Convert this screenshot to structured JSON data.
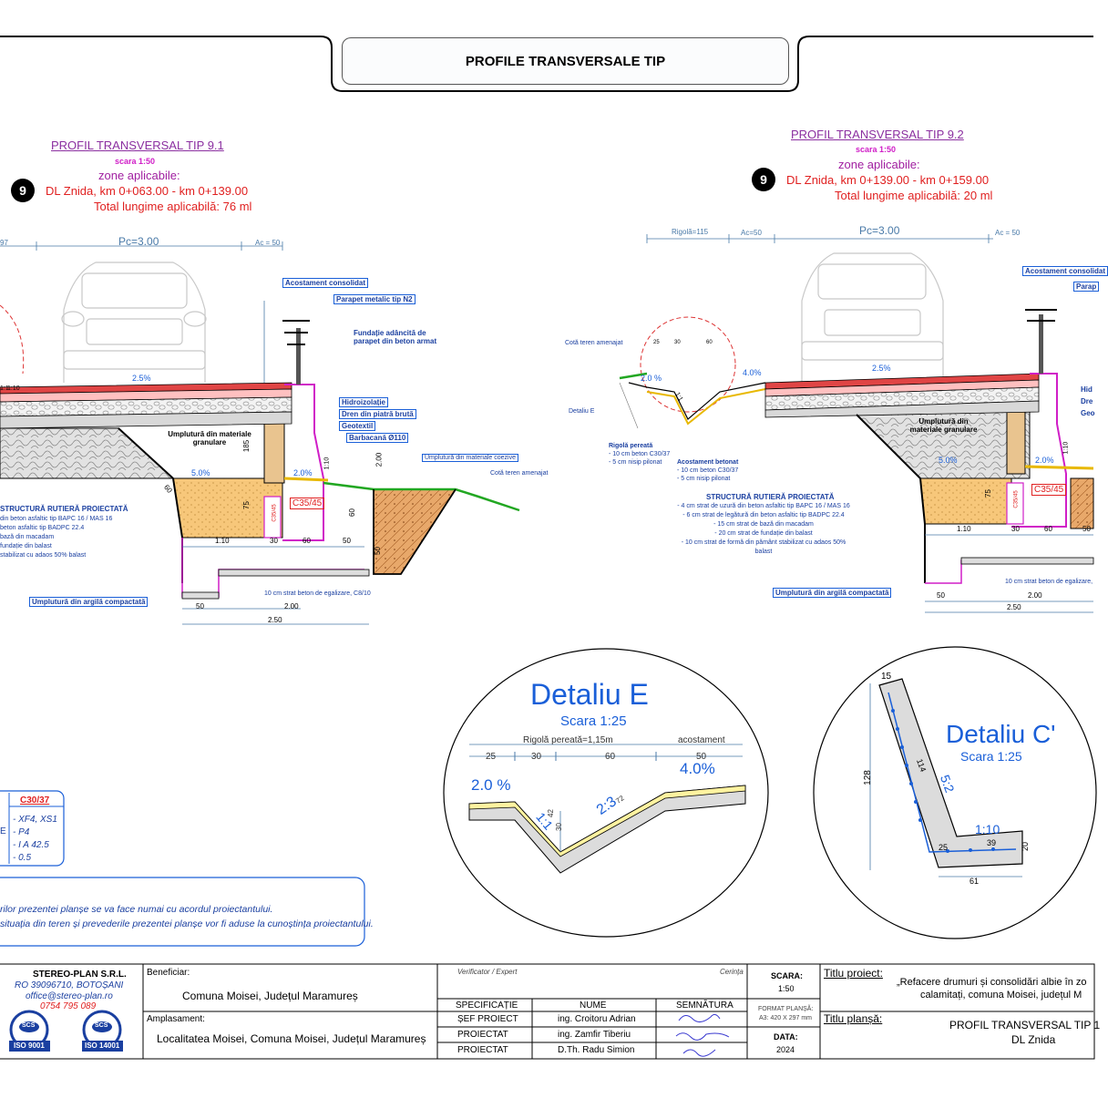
{
  "sheet_title": "PROFILE TRANSVERSALE TIP",
  "profile_91": {
    "title": "PROFIL TRANSVERSAL TIP 9.1",
    "scale": "scara 1:50",
    "badge": "9",
    "zones_label": "zone aplicabile:",
    "zone": "DL Znida, km 0+063.00 - km 0+139.00",
    "length": "Total lungime aplicabilă: 76 ml",
    "dim_pc": "Pc=3.00",
    "dim_ac": "Ac = 50",
    "dim_left": "97",
    "slope_road": "2.5%",
    "slope_shoulder": "2.0%",
    "slope_base": "5.0%",
    "lbl_acostament": "Acostament consolidat",
    "lbl_parapet": "Parapet metalic tip N2",
    "lbl_fundatie": "Fundație adâncită de parapet din beton armat",
    "lbl_hidro": "Hidroizolație",
    "lbl_dren": "Dren din piatră brută",
    "lbl_geotextil": "Geotextil",
    "lbl_barbacana": "Barbacană Ø110",
    "lbl_umplutura_coez": "Umplutură din materiale coezive",
    "lbl_teren": "Cotă teren amenajat",
    "lbl_umplutura_gran": "Umplutură din materiale granulare",
    "lbl_argila": "Umplutură din argilă compactată",
    "lbl_egalizare": "10 cm strat beton de egalizare, C8/10",
    "lbl_c3545": "C35/45",
    "lbl_c3545_small": "C35/45",
    "structura_title": "STRUCTURĂ RUTIERĂ PROIECTATĂ",
    "structura_lines": [
      "din beton asfaltic tip BAPC 16 / MAS 16",
      "beton asfaltic tip BADPC 22.4",
      "bază din macadam",
      "fundație din balast",
      "stabilizat cu adaos 50% balast"
    ],
    "dims": [
      "1.10",
      "30",
      "60",
      "50",
      "2.00",
      "2.50",
      "50",
      "75",
      "185",
      "2.00",
      "60",
      "50",
      "60",
      "1:1",
      "1:10",
      "1:10"
    ]
  },
  "profile_92": {
    "title": "PROFIL TRANSVERSAL TIP 9.2",
    "scale": "scara 1:50",
    "badge": "9",
    "zones_label": "zone aplicabile:",
    "zone": "DL Znida, km 0+139.00 - km 0+159.00",
    "length": "Total lungime aplicabilă: 20 ml",
    "dim_rigola": "Rigolă=115",
    "dim_ac1": "Ac=50",
    "dim_pc": "Pc=3.00",
    "dim_ac2": "Ac = 50",
    "slope_rigola": "2.0 %",
    "slope_acost": "4.0%",
    "slope_road": "2.5%",
    "slope_shoulder": "2.0%",
    "slope_base": "5.0%",
    "lbl_teren": "Cotă teren amenajat",
    "lbl_detaliu": "Detaliu E",
    "lbl_rigola": "Rigolă pereată",
    "rigola_lines": [
      "- 10 cm beton C30/37",
      "- 5 cm nisip pilonat"
    ],
    "lbl_acost": "Acostament betonat",
    "acost_lines": [
      "- 10 cm beton C30/37",
      "- 5 cm nisip pilonat"
    ],
    "lbl_acostament": "Acostament consolidat",
    "lbl_parapet": "Parap",
    "lbl_hidro": "Hid",
    "lbl_dren": "Dre",
    "lbl_geo": "Geo",
    "lbl_umplutura_gran": "Umplutură din materiale granulare",
    "lbl_argila": "Umplutură din argilă compactată",
    "lbl_egalizare": "10 cm strat beton de egalizare,",
    "lbl_c3545": "C35/45",
    "lbl_c3545_small": "C35/45",
    "structura_title": "STRUCTURĂ RUTIERĂ PROIECTATĂ",
    "structura_lines": [
      "- 4 cm strat de uzură din beton asfaltic tip BAPC 16 / MAS 16",
      "- 6 cm strat de legătură din beton asfaltic tip BADPC 22.4",
      "- 15 cm strat de bază din macadam",
      "- 20 cm strat de fundație din balast",
      "- 10 cm strat de formă din pământ stabilizat cu adaos 50% balast"
    ],
    "dims": [
      "25",
      "30",
      "60",
      "1:1",
      "1:10",
      "1.10",
      "30",
      "60",
      "50",
      "2.00",
      "2.50",
      "75",
      "50"
    ]
  },
  "detail_e": {
    "title": "Detaliu E",
    "scale": "Scara 1:25",
    "rigola": "Rigolă pereată=1,15m",
    "acostament": "acostament",
    "d25": "25",
    "d30": "30",
    "d60": "60",
    "d50": "50",
    "slope_left": "2.0 %",
    "slope_right": "4.0%",
    "ratio_a": "1:1",
    "ratio_b": "2:3",
    "d42": "42",
    "d30v": "30",
    "d72": "72"
  },
  "detail_c": {
    "title": "Detaliu C'",
    "scale": "Scara 1:25",
    "d15": "15",
    "d128": "128",
    "d114": "114",
    "d52": "5:2",
    "d110": "1:10",
    "d25": "25",
    "d39": "39",
    "d20": "20",
    "d61": "61"
  },
  "concrete": {
    "header": "C30/37",
    "rows": [
      "XF4, XS1",
      "P4",
      "I A 42.5",
      "0.5"
    ],
    "prefix": "E"
  },
  "notes": [
    "rilor prezentei planșe se va face numai cu acordul proiectantului.",
    "situația din teren și prevederile prezentei planșe vor fi aduse la cunoștința proiectantului."
  ],
  "title_block": {
    "company": "STEREO-PLAN S.R.L.",
    "reg": "RO 39096710, BOTOȘANI",
    "email": "office@stereo-plan.ro",
    "phone": "0754 795 089",
    "iso1_top": "SCS",
    "iso1": "ISO 9001",
    "iso2_top": "SCS",
    "iso2": "ISO 14001",
    "beneficiar_lbl": "Beneficiar:",
    "beneficiar": "Comuna Moisei, Județul Maramureș",
    "amplasament_lbl": "Amplasament:",
    "amplasament": "Localitatea Moisei, Comuna Moisei, Județul Maramureș",
    "verificator": "Verificator / Expert",
    "cerinta": "Cerința",
    "col_spec": "SPECIFICAȚIE",
    "col_nume": "NUME",
    "col_semn": "SEMNĂTURA",
    "rows": [
      {
        "spec": "ȘEF PROIECT",
        "nume": "ing. Croitoru Adrian"
      },
      {
        "spec": "PROIECTAT",
        "nume": "ing. Zamfir Tiberiu"
      },
      {
        "spec": "PROIECTAT",
        "nume": "D.Th. Radu Simion"
      }
    ],
    "scara_lbl": "SCARA:",
    "scara": "1:50",
    "format_lbl": "FORMAT PLANȘĂ:",
    "format": "A3: 420 X 297 mm",
    "data_lbl": "DATA:",
    "data": "2024",
    "titlu_proiect_lbl": "Titlu proiect:",
    "titlu_proiect_1": "„Refacere drumuri și consolidări albie în zo",
    "titlu_proiect_2": "calamitați, comuna Moisei, județul M",
    "titlu_plansa_lbl": "Titlu planșă:",
    "titlu_plansa_1": "PROFIL TRANSVERSAL TIP 1",
    "titlu_plansa_2": "DL Znida"
  }
}
